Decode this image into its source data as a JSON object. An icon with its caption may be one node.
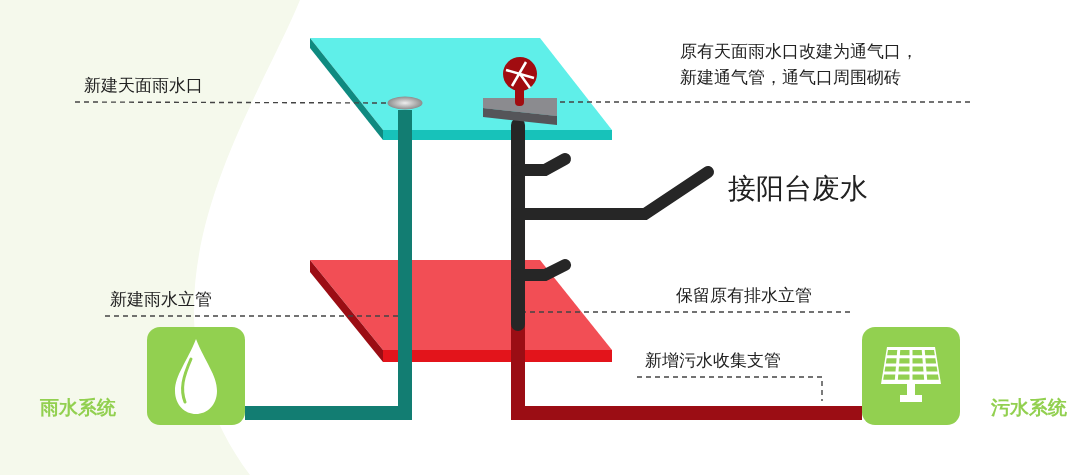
{
  "diagram": {
    "nodes": [
      {
        "text": [
          "新建天面雨水口"
        ]
      },
      {
        "text": [],
        "shape": "circle"
      },
      {
        "text": [
          "原有天面雨水口改建为通气口，新建通气管，通气口周围砌砖"
        ]
      },
      {
        "text": [],
        "shape": "picture"
      },
      {
        "text": [
          "新建雨水立管"
        ]
      },
      {
        "text": [
          "保留原有排水立管"
        ]
      },
      {
        "text": [
          "新增污水收集支管"
        ]
      },
      {
        "text": [
          "雨水系统"
        ]
      },
      {
        "text": [
          "污水系统"
        ]
      }
    ],
    "edges": [
      {
        "from": 0,
        "to": 1,
        "arrow": "none",
        "style": "dashed"
      },
      {
        "from": 2,
        "to": 3,
        "arrow": "none",
        "style": "dashed"
      },
      {
        "from": 4,
        "to": null,
        "arrow": "none",
        "style": "dashed"
      },
      {
        "from": 5,
        "to": null,
        "arrow": "none",
        "style": "dashed"
      },
      {
        "from": 6,
        "to": null,
        "arrow": "none",
        "style": "dashed"
      },
      {
        "from": 1,
        "to": 7,
        "arrow": "none",
        "style": "thick",
        "color": "#127d72"
      },
      {
        "from": 3,
        "to": 8,
        "arrow": "none",
        "style": "thick",
        "color": "#9b0d14"
      }
    ],
    "labels": [
      "接阳台废水"
    ]
  }
}
